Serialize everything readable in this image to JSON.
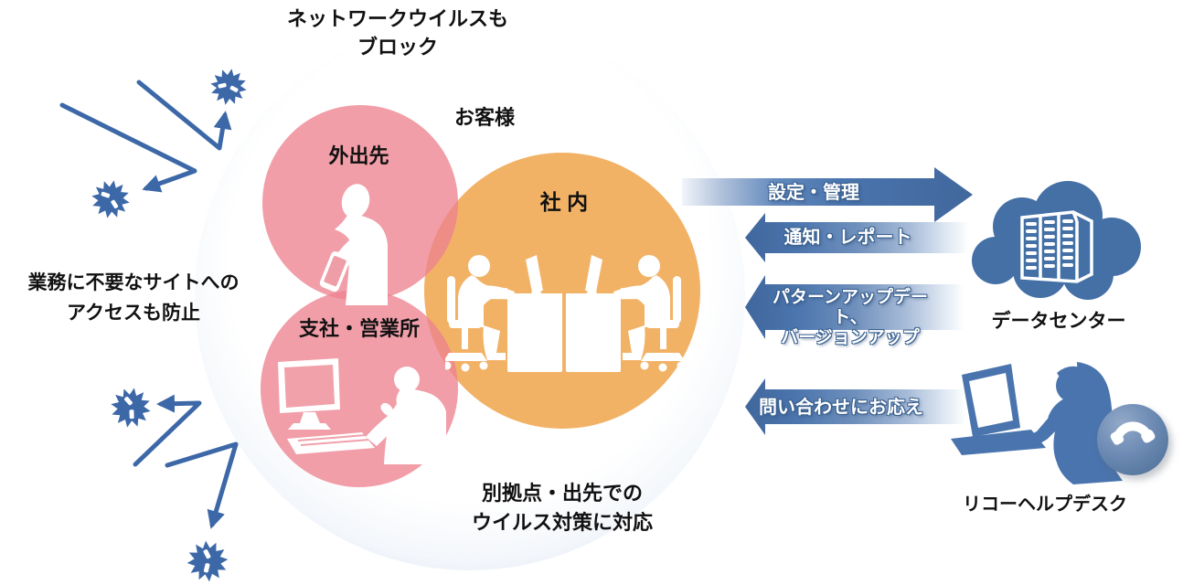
{
  "title": "ウイルス対策サービス概念図",
  "labels": {
    "network_virus_block": {
      "line1": "ネットワークウイルスも",
      "line2": "ブロック"
    },
    "customer": "お客様",
    "out_of_office": "外出先",
    "in_house": "社 内",
    "branch_office": "支社・営業所",
    "unwanted_sites": {
      "line1": "業務に不要なサイトへの",
      "line2": "アクセスも防止"
    },
    "remote_protection": {
      "line1": "別拠点・出先での",
      "line2": "ウイルス対策に対応"
    },
    "datacenter": "データセンター",
    "helpdesk": "リコーヘルプデスク"
  },
  "arrows": [
    {
      "label": "設定・管理",
      "direction": "right",
      "from": "データセンター",
      "to": "お客様"
    },
    {
      "label": "通知・レポート",
      "direction": "left",
      "from": "データセンター",
      "to": "お客様"
    },
    {
      "label_line1": "パターンアップデート、",
      "label_line2": "バージョンアップ",
      "direction": "left",
      "from": "データセンター",
      "to": "お客様"
    },
    {
      "label": "問い合わせにお応え",
      "direction": "left",
      "from": "リコーヘルプデスク",
      "to": "お客様"
    }
  ],
  "icons": {
    "virus": "virus-icon",
    "deflect_arrow": "deflect-arrow",
    "mobile_user": "mobile-user-icon",
    "desktop_user": "desktop-user-icon",
    "office_workers": "office-workers-icon",
    "cloud": "cloud-icon",
    "server_rack": "server-rack-icon",
    "helpdesk_operator": "headset-operator-icon",
    "laptop": "laptop-icon",
    "phone": "phone-handset-icon"
  },
  "colors": {
    "bubble_rim": "#9db1d3",
    "zone_pink": "#f0a1aa",
    "zone_orange": "#f2b266",
    "arrow_blue": "#4a74ad",
    "icon_blue": "#4470a6",
    "virus_blue": "#3d68a8",
    "silhouette_white": "#ffffff",
    "text_black": "#111111"
  }
}
